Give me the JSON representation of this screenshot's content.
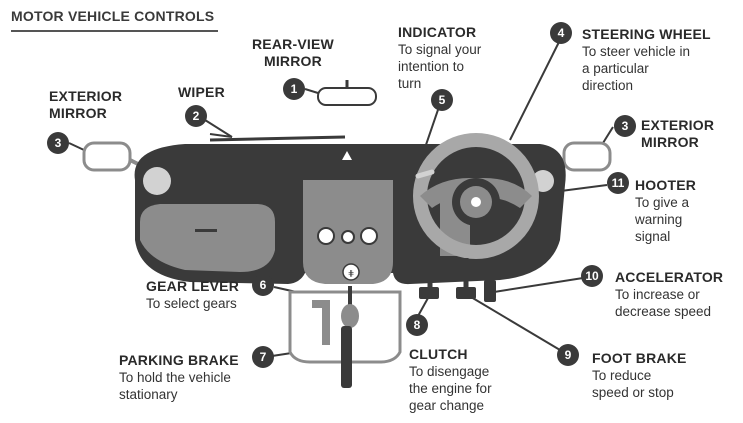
{
  "title": "MOTOR VEHICLE CONTROLS",
  "colors": {
    "dark": "#3a3a3a",
    "mid": "#8c8c8c",
    "light": "#d2d2d2",
    "wheel": "#a8a8a8"
  },
  "labels": [
    {
      "number": "1",
      "title": [
        "REAR-VIEW",
        "MIRROR"
      ],
      "desc": []
    },
    {
      "number": "2",
      "title": [
        "WIPER"
      ],
      "desc": []
    },
    {
      "number": "3",
      "title": [
        "EXTERIOR",
        "MIRROR"
      ],
      "desc": []
    },
    {
      "number": "3",
      "title": [
        "EXTERIOR",
        "MIRROR"
      ],
      "desc": []
    },
    {
      "number": "4",
      "title": [
        "STEERING WHEEL"
      ],
      "desc": [
        "To steer vehicle in",
        "a particular",
        "direction"
      ]
    },
    {
      "number": "5",
      "title": [
        "INDICATOR"
      ],
      "desc": [
        "To signal your",
        "intention to",
        "turn"
      ]
    },
    {
      "number": "6",
      "title": [
        "GEAR LEVER"
      ],
      "desc": [
        "To select gears"
      ]
    },
    {
      "number": "7",
      "title": [
        "PARKING BRAKE"
      ],
      "desc": [
        "To hold the vehicle",
        "stationary"
      ]
    },
    {
      "number": "8",
      "title": [
        "CLUTCH"
      ],
      "desc": [
        "To disengage",
        "the engine for",
        "gear change"
      ]
    },
    {
      "number": "9",
      "title": [
        "FOOT BRAKE"
      ],
      "desc": [
        "To reduce",
        "speed or stop"
      ]
    },
    {
      "number": "10",
      "title": [
        "ACCELERATOR"
      ],
      "desc": [
        "To increase or",
        "decrease speed"
      ]
    },
    {
      "number": "11",
      "title": [
        "HOOTER"
      ],
      "desc": [
        "To give a",
        "warning",
        "signal"
      ]
    }
  ]
}
